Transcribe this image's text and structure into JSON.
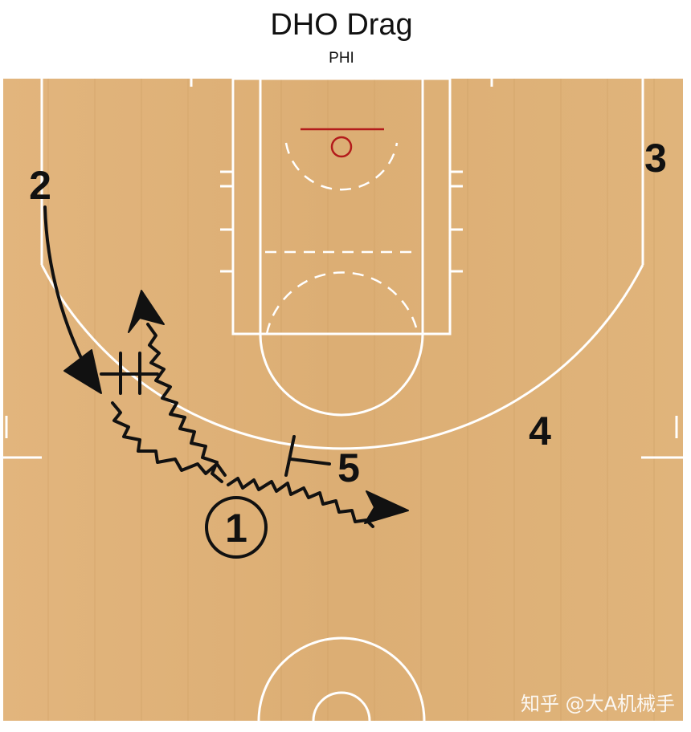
{
  "play": {
    "title": "DHO Drag",
    "team": "PHI"
  },
  "players": {
    "p1": "1",
    "p2": "2",
    "p3": "3",
    "p4": "4",
    "p5": "5"
  },
  "watermark": "知乎 @大A机械手",
  "colors": {
    "floor": "#dfb27a",
    "floor_line_dark": "#c99a5e",
    "court_lines": "#ffffff",
    "rim": "#b31b1b",
    "ink": "#111111"
  }
}
